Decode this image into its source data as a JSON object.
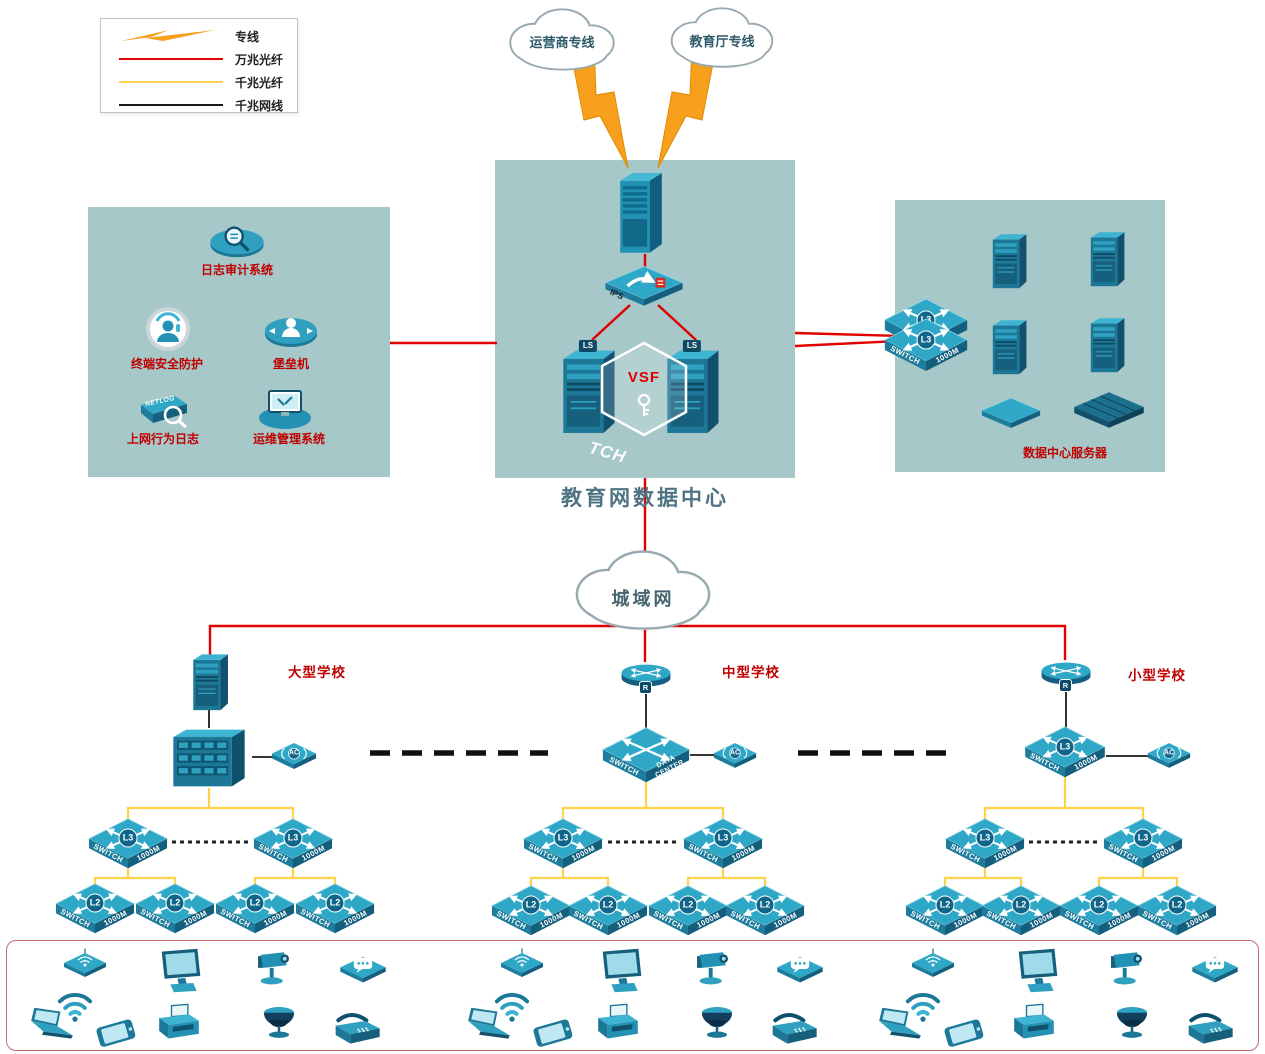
{
  "legend": {
    "items": [
      {
        "label": "专线"
      },
      {
        "label": "万兆光纤",
        "color": "#e00000"
      },
      {
        "label": "千兆光纤",
        "color": "#ffd24d"
      },
      {
        "label": "千兆网线",
        "color": "#1a1a1a"
      }
    ]
  },
  "clouds": {
    "carrier": "运营商专线",
    "education": "教育厅专线",
    "man": "城域网"
  },
  "data_center": {
    "title": "教育网数据中心",
    "vsf_label": "VSF",
    "ips_label": "IPS",
    "stack_unit_label": "LS",
    "platform_label": "SWITCH"
  },
  "security_zone": {
    "items": [
      {
        "label": "日志审计系统"
      },
      {
        "label": "终端安全防护"
      },
      {
        "label": "堡垒机"
      },
      {
        "label": "上网行为日志",
        "tag": "NETLOG"
      },
      {
        "label": "运维管理系统"
      }
    ]
  },
  "server_zone": {
    "label": "数据中心服务器"
  },
  "schools": [
    {
      "name": "大型学校"
    },
    {
      "name": "中型学校"
    },
    {
      "name": "小型学校"
    }
  ],
  "labels": {
    "l3": "L3",
    "l2": "L2",
    "ac": "AC",
    "router": "R",
    "switch": "SWITCH",
    "speed": "1000M",
    "data": "DATA",
    "center": "CENTER"
  },
  "colors": {
    "zone_bg": "#a6c8c8",
    "line_10g": "#e00000",
    "line_1g_fiber": "#ffd24d",
    "line_1g_cable": "#1a1a1a",
    "device_teal": "#2fa7c7",
    "label_red": "#c00000"
  },
  "end_devices": {
    "types": [
      "wireless-ap",
      "wifi-signal",
      "laptop",
      "smartphone",
      "desktop-monitor",
      "printer",
      "ptz-camera",
      "dome-camera",
      "im-terminal",
      "fax-phone"
    ]
  }
}
